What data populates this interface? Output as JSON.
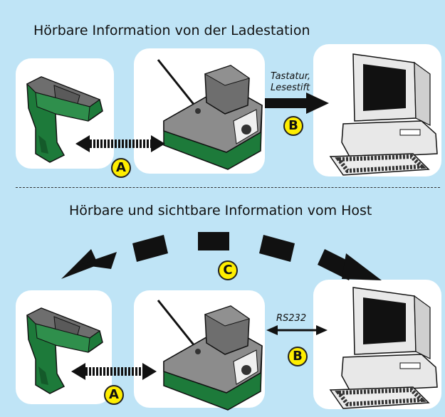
{
  "section_top": {
    "title": "Hörbare Information von der Ladestation",
    "interface_label_line1": "Tastatur,",
    "interface_label_line2": "Lesestift",
    "badge_a": "A",
    "badge_b": "B"
  },
  "section_bottom": {
    "title": "Hörbare und sichtbare Information vom Host",
    "interface_label": "RS232",
    "badge_a": "A",
    "badge_b": "B",
    "badge_c": "C"
  },
  "colors": {
    "background": "#bfe4f6",
    "panel": "#ffffff",
    "badge": "#ffee00",
    "scanner_green": "#1d7a3a",
    "station_grey": "#8c8c8c"
  }
}
